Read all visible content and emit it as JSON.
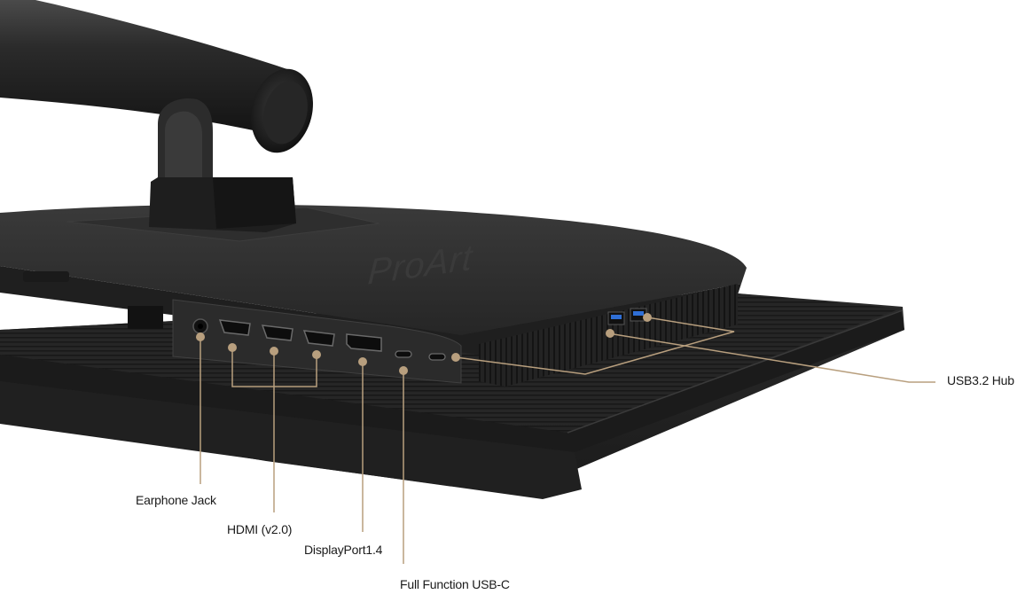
{
  "product": {
    "brand_logo": "ProArt"
  },
  "colors": {
    "callout_line": "#b89f7e",
    "body_dark": "#2a2a2a",
    "panel_dark": "#1e1e1e",
    "port_blue": "#2f6fd6"
  },
  "callouts": [
    {
      "id": "earphone-jack",
      "label": "Earphone Jack"
    },
    {
      "id": "hdmi",
      "label": "HDMI (v2.0)"
    },
    {
      "id": "displayport",
      "label": "DisplayPort1.4"
    },
    {
      "id": "usb-c",
      "label": "Full Function USB-C"
    },
    {
      "id": "usb-hub",
      "label": "USB3.2 Hub"
    }
  ]
}
